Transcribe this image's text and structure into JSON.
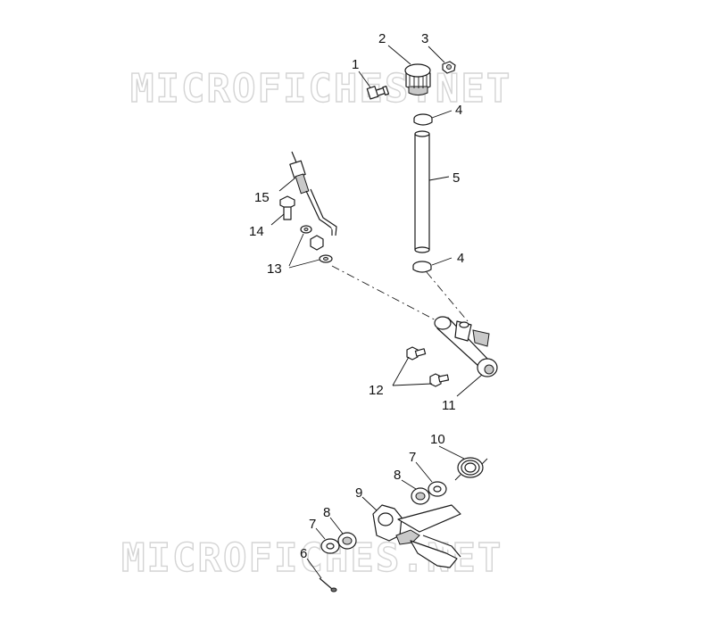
{
  "watermark": {
    "text": "MICROFICHES.NET"
  },
  "callouts": {
    "c1": "1",
    "c2": "2",
    "c3": "3",
    "c4a": "4",
    "c4b": "4",
    "c5": "5",
    "c6": "6",
    "c7a": "7",
    "c7b": "7",
    "c8a": "8",
    "c8b": "8",
    "c9": "9",
    "c10": "10",
    "c11": "11",
    "c12": "12",
    "c13": "13",
    "c14": "14",
    "c15": "15"
  }
}
